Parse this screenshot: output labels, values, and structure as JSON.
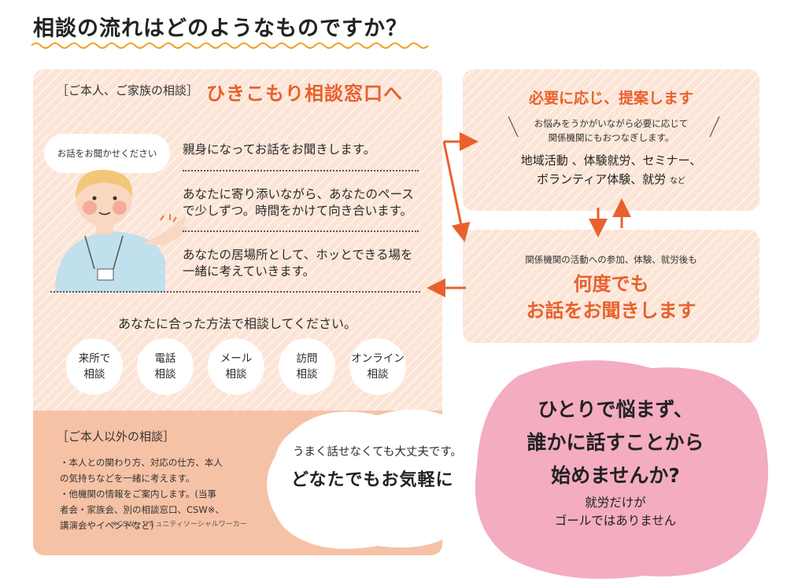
{
  "title": "相談の流れはどのようなものですか？",
  "header": {
    "small": "［ご本人、ご家族の相談］",
    "big": "ひきこもり相談窓口へ"
  },
  "speech_bubble": "お話をお聞かせください",
  "points": [
    "親身になってお話をお聞きします。",
    "あなたに寄り添いながら、あなたのペースで少しずつ。時間をかけて向き合います。",
    "あなたの居場所として、ホッとできる場を一緒に考えていきます。"
  ],
  "methods": {
    "title": "あなたに合った方法で相談してください。",
    "items": [
      {
        "line1": "来所で",
        "line2": "相談"
      },
      {
        "line1": "電話",
        "line2": "相談"
      },
      {
        "line1": "メール",
        "line2": "相談"
      },
      {
        "line1": "訪問",
        "line2": "相談"
      },
      {
        "line1": "オンライン",
        "line2": "相談"
      }
    ]
  },
  "others": {
    "title": "［ご本人以外の相談］",
    "bullets": [
      "・本人との関わり方、対応の仕方、本人の気持ちなどを一緒に考えます。",
      "・他機関の情報をご案内します。(当事者会・家族会、別の相談窓口、CSW※、講演会やイベントなど)"
    ],
    "note": "※CSW＝コミュニティソーシャルワーカー"
  },
  "reassure": {
    "small": "うまく話せなくても大丈夫です。",
    "big": "どなたでもお気軽に"
  },
  "propose": {
    "title": "必要に応じ、提案します",
    "sub1": "お悩みをうかがいながら必要に応じて",
    "sub2": "関係機関にもおつなぎします。",
    "list1": "地域活動 、体験就労、セミナー、",
    "list2": "ボランティア体験、就労",
    "list_suffix": "など"
  },
  "anytime": {
    "sub": "関係機関の活動への参加、体験、就労後も",
    "line1": "何度でも",
    "line2": "お話をお聞きします"
  },
  "message": {
    "line1": "ひとりで悩まず、",
    "line2": "誰かに話すことから",
    "line3": "始めませんか?",
    "sub1": "就労だけが",
    "sub2": "ゴールではありません"
  },
  "colors": {
    "accent": "#e8612c",
    "panel": "#fce4d6",
    "panel_dark": "#f6c2a6",
    "pink": "#f4acc1",
    "arrow": "#e8612c"
  }
}
